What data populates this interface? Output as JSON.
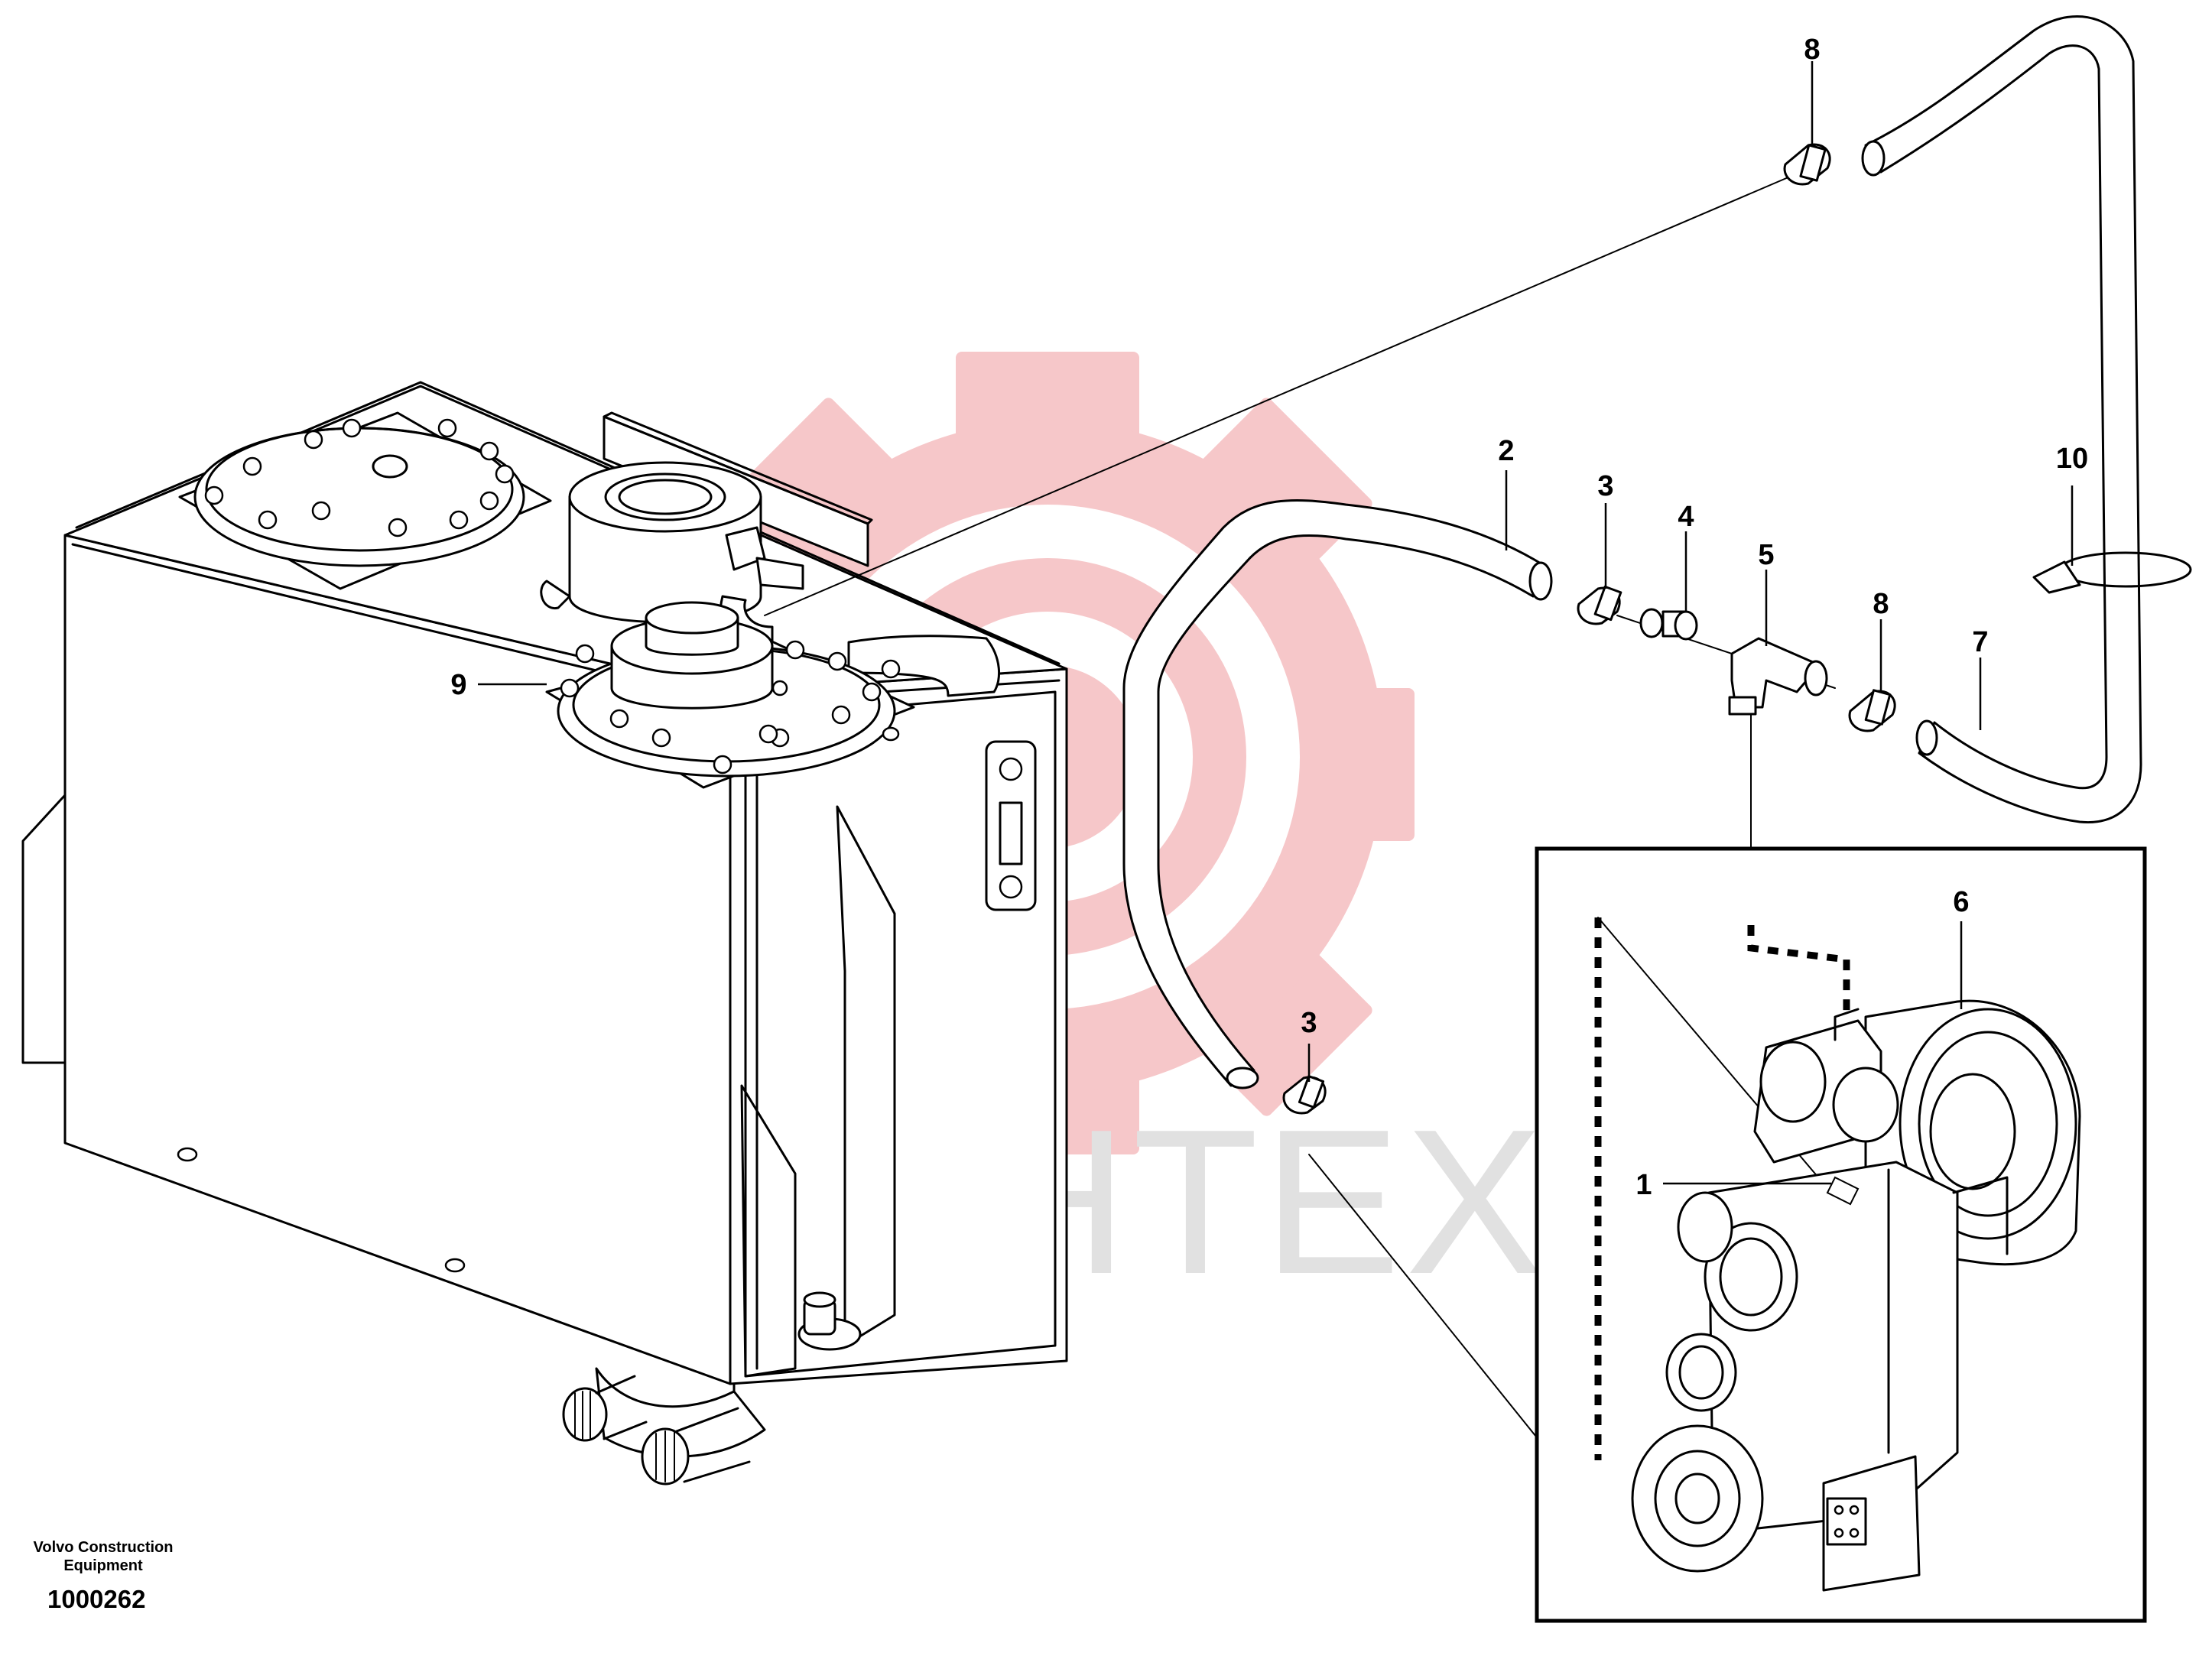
{
  "watermark": {
    "text": "ИНТЕХ",
    "logo_color": "#f6c7c9",
    "text_color": "#e1e1e1"
  },
  "callouts": {
    "c1": "1",
    "c2": "2",
    "c3a": "3",
    "c3b": "3",
    "c4": "4",
    "c5": "5",
    "c6": "6",
    "c7": "7",
    "c8a": "8",
    "c8b": "8",
    "c9": "9",
    "c10": "10"
  },
  "footer": {
    "company_line1": "Volvo Construction",
    "company_line2": "Equipment",
    "drawing_number": "1000262"
  }
}
